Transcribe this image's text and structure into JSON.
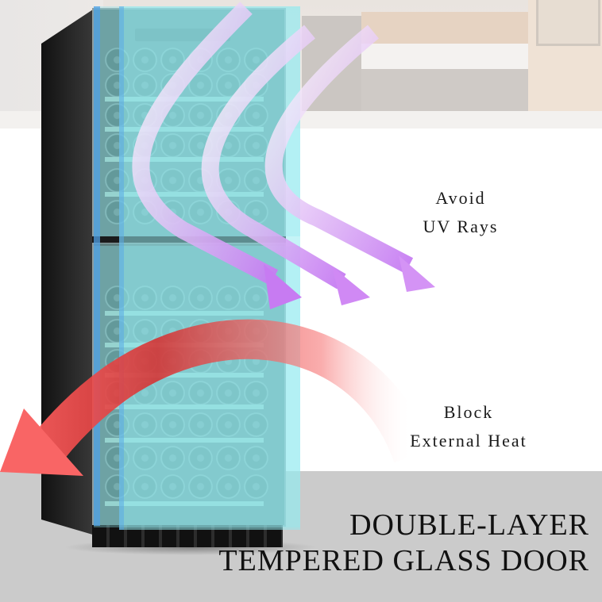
{
  "background": {
    "scene": "kitchen-interior",
    "floor_color": "#cbcbcb",
    "panel_color": "#ffffff"
  },
  "product": {
    "type": "dual-zone wine cooler",
    "glass_tint": "#96ebf0",
    "body_color": "#1a1a1a"
  },
  "callouts": {
    "uv": {
      "line1": "Avoid",
      "line2": "UV Rays",
      "arrow_color": "#c77bf2"
    },
    "heat": {
      "line1": "Block",
      "line2": "External Heat",
      "arrow_color": "#e83a3a"
    }
  },
  "headline": {
    "line1": "DOUBLE-LAYER",
    "line2": "TEMPERED GLASS DOOR"
  }
}
